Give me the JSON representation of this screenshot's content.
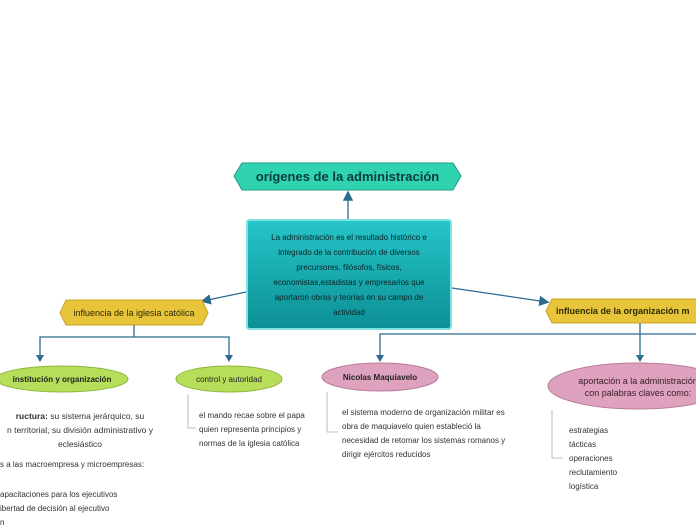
{
  "title": "orígenes de la administración",
  "central": "La administración es el resultado histórico e integrado de la contribución de diversos precursores, filósofos, físicos, economistas,estadistas y empresarios que aportaron obras y teorías en su campo de actividad",
  "left_branch": {
    "label": "influencia de la iglesia católica",
    "children": [
      {
        "label": "institución y organización",
        "structure_title": "ructura:",
        "structure_lines": [
          " su sistema jerárquico, su",
          "n territorial, su división administrativo y",
          "eclesiástico"
        ],
        "macro_line": "s a las macroempresa y microempresas:",
        "list": [
          "apacitaciones para los ejecutivos",
          "ibertad de decisión al ejecutivo",
          "n"
        ]
      },
      {
        "label": "control y autoridad",
        "lines": [
          "el mando recae sobre el papa",
          "quien representa principios y",
          "normas de la iglesia católica"
        ]
      }
    ]
  },
  "right_branch": {
    "label": "influencia de la organización m",
    "children": [
      {
        "label": "Nicolas Maquiavelo",
        "lines": [
          "el sistema moderno de organización militar es",
          "obra de maquiavelo quien estableció la",
          "necesidad de retomar los sistemas romanos y",
          "dirigir ejércitos reducidos"
        ]
      },
      {
        "label_lines": [
          "aportación a la administración",
          "con palabras claves como:"
        ],
        "list": [
          "estrategias",
          "tácticas",
          "operaciones",
          "reclutamiento",
          "logística"
        ]
      }
    ]
  },
  "colors": {
    "title_fill": "#2fd3b0",
    "central_fill": "#14a9ad",
    "branch_fill": "#e8c43a",
    "green_ellipse": "#b7de5a",
    "pink_ellipse": "#dfa2be",
    "connector": "#2a6b8f"
  }
}
